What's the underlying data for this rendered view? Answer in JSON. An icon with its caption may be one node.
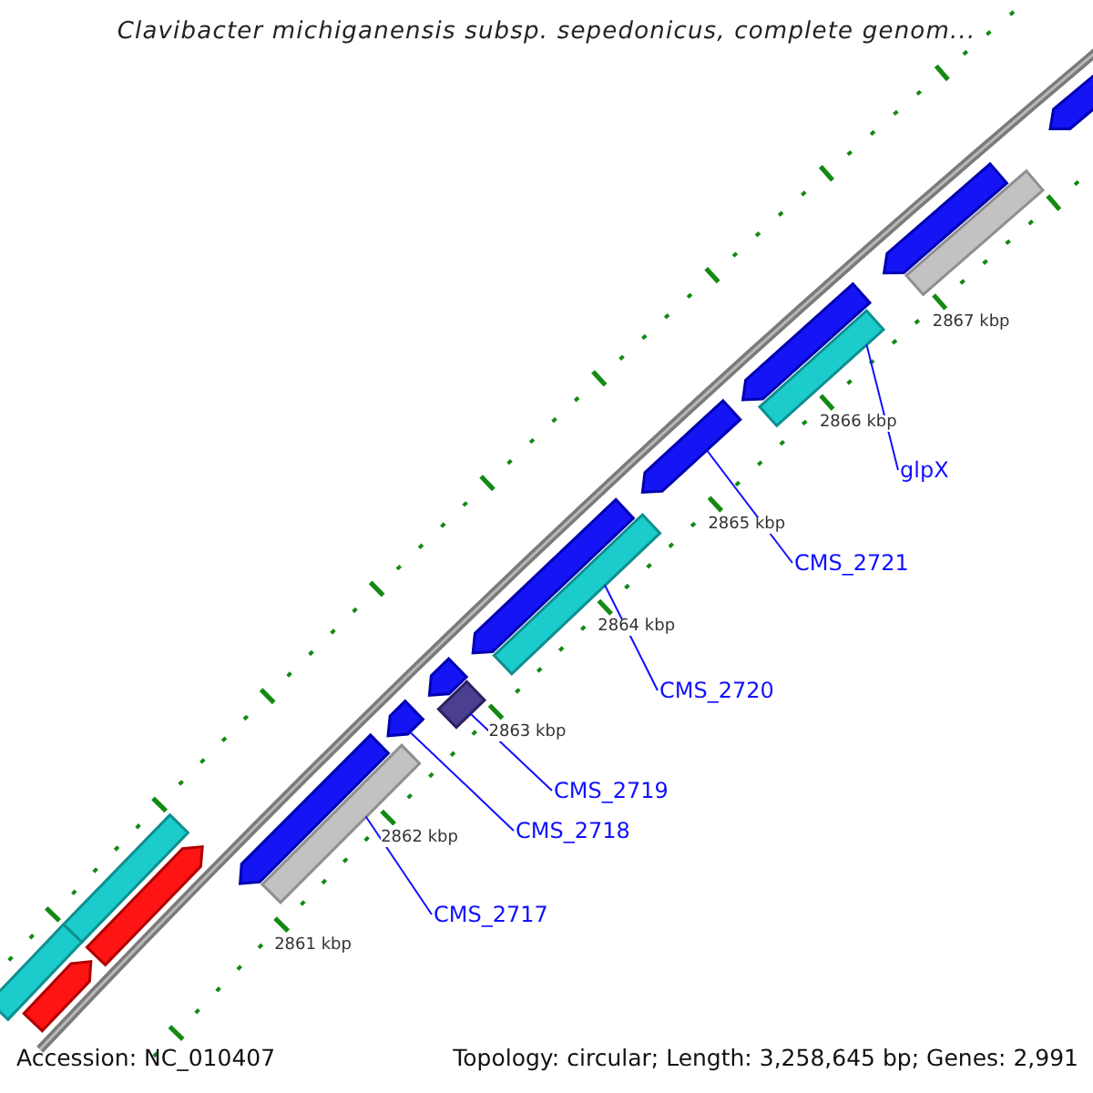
{
  "diagram": {
    "title": "Clavibacter michiganensis subsp. sepedonicus, complete genom...",
    "nodes": [
      {
        "text": [
          "glpX"
        ]
      },
      {
        "text": [
          "CMS_2721"
        ]
      },
      {
        "text": [
          "CMS_2720"
        ]
      },
      {
        "text": [
          "CMS_2719"
        ]
      },
      {
        "text": [
          "CMS_2718"
        ]
      },
      {
        "text": [
          "CMS_2717"
        ]
      },
      {
        "text": [],
        "shape": "arrow"
      },
      {
        "text": [],
        "shape": "arrow"
      },
      {
        "text": [],
        "shape": "bar"
      },
      {
        "text": [],
        "shape": "arrow"
      },
      {
        "text": [],
        "shape": "bar"
      },
      {
        "text": [],
        "shape": "arrow"
      },
      {
        "text": [],
        "shape": "arrow"
      },
      {
        "text": [],
        "shape": "bar"
      },
      {
        "text": [],
        "shape": "arrow"
      },
      {
        "text": [],
        "shape": "bar"
      },
      {
        "text": [],
        "shape": "arrow"
      },
      {
        "text": [],
        "shape": "arrow"
      },
      {
        "text": [],
        "shape": "bar"
      },
      {
        "text": [],
        "shape": "bar"
      },
      {
        "text": [],
        "shape": "arrow"
      },
      {
        "text": [],
        "shape": "bar"
      },
      {
        "text": [],
        "shape": "arrow"
      }
    ],
    "edges": [
      {
        "from": 0,
        "to": 10,
        "arrow": "none"
      },
      {
        "from": 1,
        "to": 11,
        "arrow": "none"
      },
      {
        "from": 2,
        "to": 13,
        "arrow": "none"
      },
      {
        "from": 3,
        "to": 15,
        "arrow": "none"
      },
      {
        "from": 4,
        "to": 16,
        "arrow": "none"
      },
      {
        "from": 5,
        "to": 18,
        "arrow": "none"
      }
    ],
    "labels": [
      "2867 kbp",
      "2866 kbp",
      "2865 kbp",
      "2864 kbp",
      "2863 kbp",
      "2862 kbp",
      "2861 kbp",
      "Accession: NC_010407",
      "Topology: circular; Length: 3,258,645 bp; Genes: 2,991"
    ]
  }
}
